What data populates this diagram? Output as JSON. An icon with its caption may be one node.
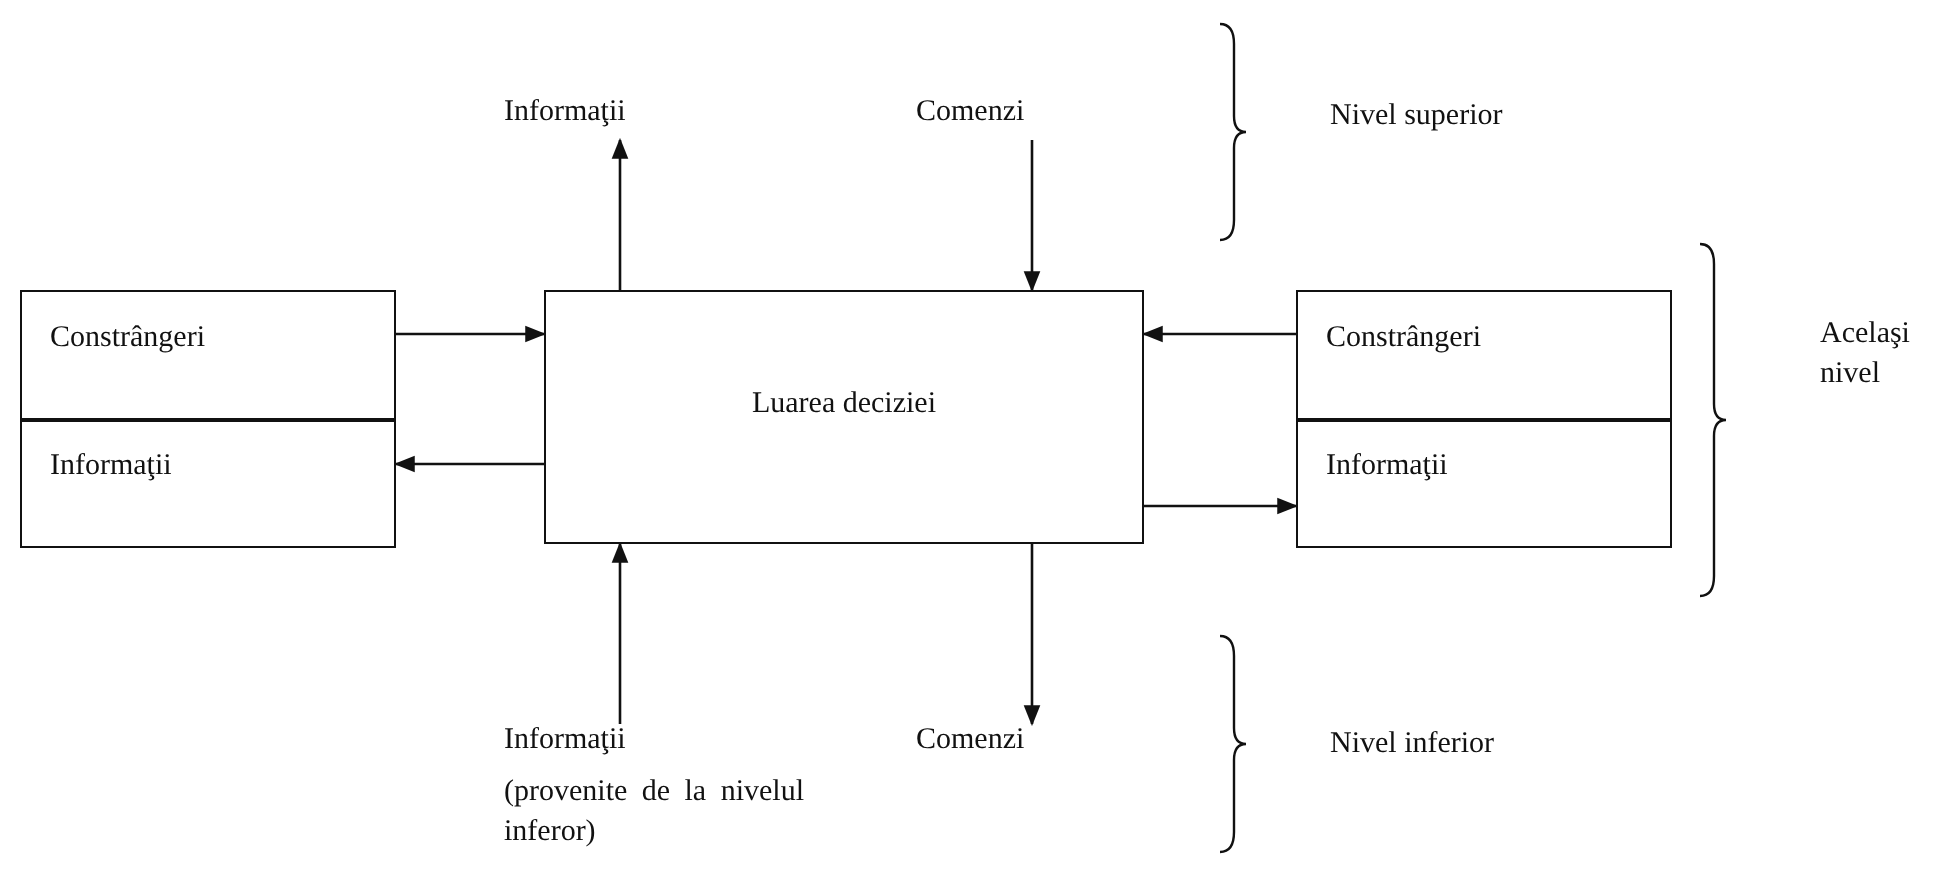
{
  "diagram": {
    "nodes": [
      {
        "text": [
          "Luarea deciziei"
        ]
      },
      {
        "text": [
          "Constrângeri"
        ]
      },
      {
        "text": [
          "Informaţii"
        ]
      },
      {
        "text": [
          "Constrângeri"
        ]
      },
      {
        "text": [
          "Informaţii"
        ]
      },
      {
        "text": [
          "Informaţii"
        ]
      },
      {
        "text": [
          "Comenzi"
        ]
      },
      {
        "text": [
          "Informaţii",
          "(provenite de la nivelul inferor)"
        ]
      },
      {
        "text": [
          "Comenzi"
        ]
      }
    ],
    "edges": [
      {
        "from": 1,
        "to": 0,
        "arrow": "to"
      },
      {
        "from": 0,
        "to": 2,
        "arrow": "to"
      },
      {
        "from": 3,
        "to": 0,
        "arrow": "to"
      },
      {
        "from": 0,
        "to": 4,
        "arrow": "to"
      },
      {
        "from": 0,
        "to": 5,
        "arrow": "to"
      },
      {
        "from": 6,
        "to": 0,
        "arrow": "to"
      },
      {
        "from": 7,
        "to": 0,
        "arrow": "to"
      },
      {
        "from": 0,
        "to": 8,
        "arrow": "to"
      }
    ],
    "labels": [
      "Nivel superior",
      "Acelaşi nivel",
      "Nivel inferior"
    ]
  }
}
